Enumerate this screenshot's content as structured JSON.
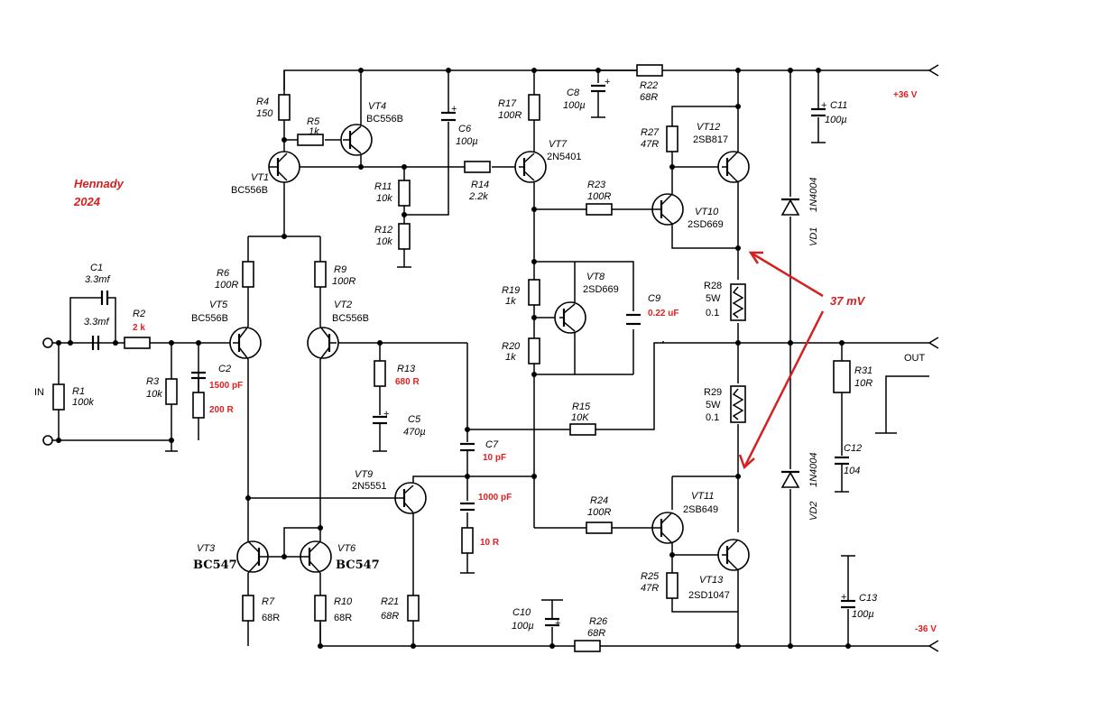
{
  "author": {
    "name": "Hennady",
    "year": "2024"
  },
  "rails": {
    "pos": "+36 V",
    "neg": "-36 V"
  },
  "io": {
    "in": "IN",
    "out": "OUT"
  },
  "measurement": "37 mV",
  "components": {
    "C1": {
      "ref": "C1",
      "value": "3.3mf",
      "value2": "3.3mf"
    },
    "R2": {
      "ref": "R2",
      "value": "2 k"
    },
    "R1": {
      "ref": "R1",
      "value": "100k"
    },
    "R3": {
      "ref": "R3",
      "value": "10k"
    },
    "C2": {
      "ref": "C2",
      "value": "1500 pF",
      "r_value": "200 R"
    },
    "R4": {
      "ref": "R4",
      "value": "150"
    },
    "R5": {
      "ref": "R5",
      "value": "1k"
    },
    "VT4": {
      "ref": "VT4",
      "type": "BC556B"
    },
    "VT1": {
      "ref": "VT1",
      "type": "BC556B"
    },
    "C6": {
      "ref": "C6",
      "value": "100µ"
    },
    "R11": {
      "ref": "R11",
      "value": "10k"
    },
    "R12": {
      "ref": "R12",
      "value": "10k"
    },
    "R14": {
      "ref": "R14",
      "value": "2.2k"
    },
    "R17": {
      "ref": "R17",
      "value": "100R"
    },
    "VT7": {
      "ref": "VT7",
      "type": "2N5401"
    },
    "C8": {
      "ref": "C8",
      "value": "100µ"
    },
    "R22": {
      "ref": "R22",
      "value": "68R"
    },
    "R27": {
      "ref": "R27",
      "value": "47R"
    },
    "VT12": {
      "ref": "VT12",
      "type": "2SB817"
    },
    "C11": {
      "ref": "C11",
      "value": "100µ"
    },
    "R23": {
      "ref": "R23",
      "value": "100R"
    },
    "VT10": {
      "ref": "VT10",
      "type": "2SD669"
    },
    "VD1": {
      "ref": "VD1",
      "type": "1N4004"
    },
    "R6": {
      "ref": "R6",
      "value": "100R"
    },
    "R9": {
      "ref": "R9",
      "value": "100R"
    },
    "VT5": {
      "ref": "VT5",
      "type": "BC556B"
    },
    "VT2": {
      "ref": "VT2",
      "type": "BC556B"
    },
    "R19": {
      "ref": "R19",
      "value": "1k"
    },
    "R20": {
      "ref": "R20",
      "value": "1k"
    },
    "VT8": {
      "ref": "VT8",
      "type": "2SD669"
    },
    "C9": {
      "ref": "C9",
      "value": "0.22 uF"
    },
    "R28": {
      "ref": "R28",
      "power": "5W",
      "value": "0.1"
    },
    "R29": {
      "ref": "R29",
      "power": "5W",
      "value": "0.1"
    },
    "R13": {
      "ref": "R13",
      "value": "680 R"
    },
    "C5": {
      "ref": "C5",
      "value": "470µ"
    },
    "R15": {
      "ref": "R15",
      "value": "10K"
    },
    "R31": {
      "ref": "R31",
      "value": "10R"
    },
    "C12": {
      "ref": "C12",
      "value": "104"
    },
    "C7": {
      "ref": "C7",
      "value": "10 pF"
    },
    "VT9": {
      "ref": "VT9",
      "type": "2N5551"
    },
    "Csn": {
      "value": "1000 pF",
      "r_value": "10 R"
    },
    "R24": {
      "ref": "R24",
      "value": "100R"
    },
    "VT11": {
      "ref": "VT11",
      "type": "2SB649"
    },
    "VT3": {
      "ref": "VT3",
      "type": "BC547"
    },
    "VT6": {
      "ref": "VT6",
      "type": "BC547"
    },
    "R25": {
      "ref": "R25",
      "value": "47R"
    },
    "VT13": {
      "ref": "VT13",
      "type": "2SD1047"
    },
    "VD2": {
      "ref": "VD2",
      "type": "1N4004"
    },
    "C13": {
      "ref": "C13",
      "value": "100µ"
    },
    "R7": {
      "ref": "R7",
      "value": "68R"
    },
    "R10": {
      "ref": "R10",
      "value": "68R"
    },
    "R21": {
      "ref": "R21",
      "value": "68R"
    },
    "C10": {
      "ref": "C10",
      "value": "100µ"
    },
    "R26": {
      "ref": "R26",
      "value": "68R"
    }
  }
}
